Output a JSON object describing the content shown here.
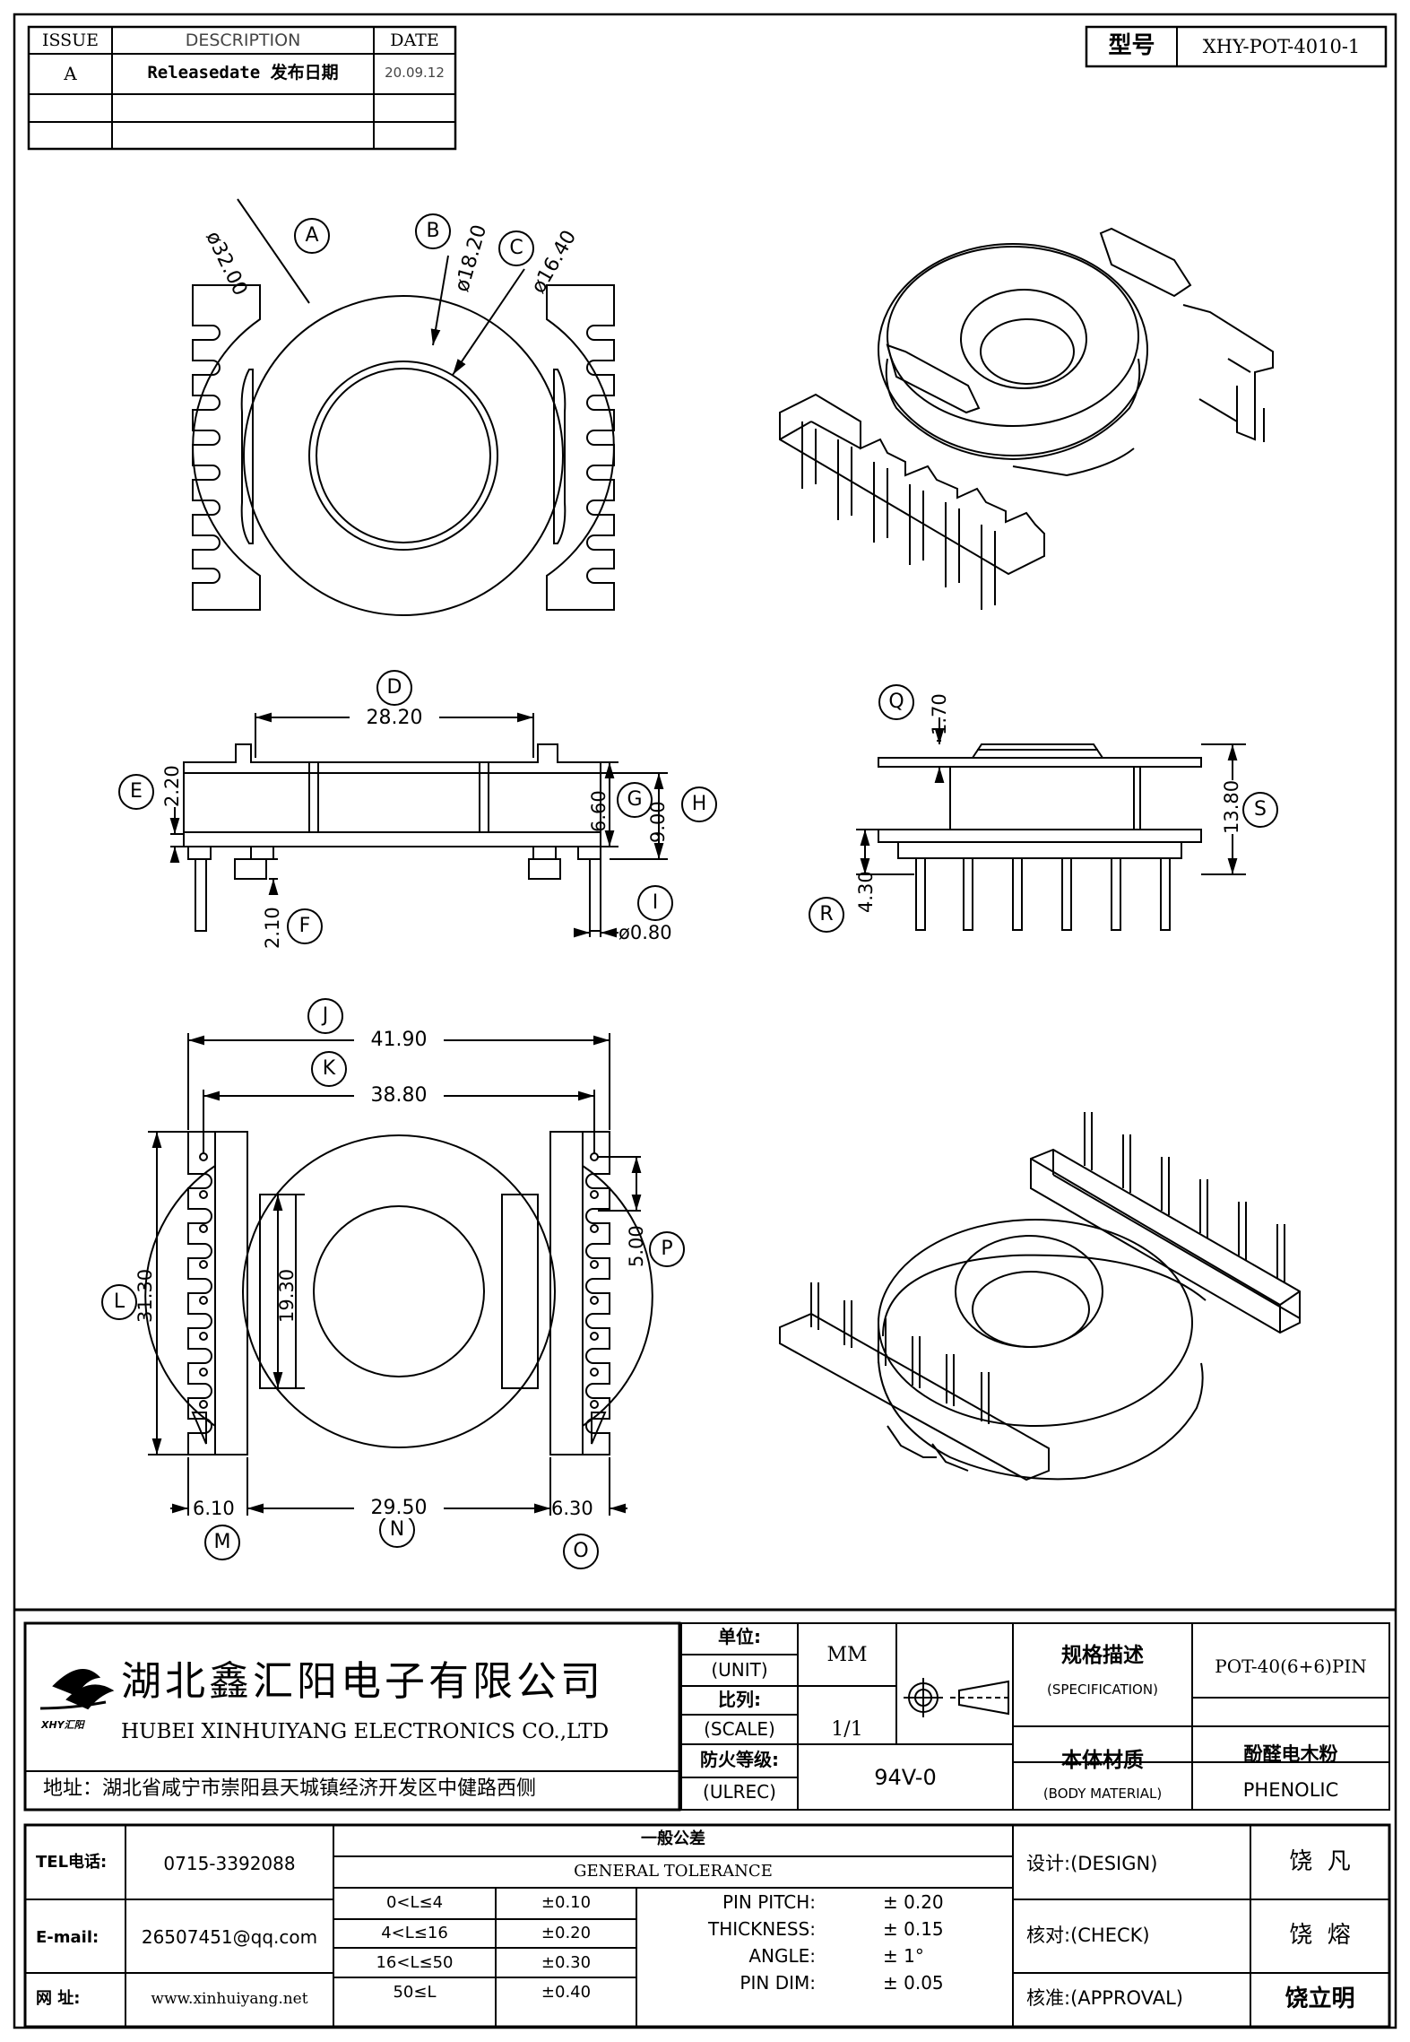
{
  "revision_table": {
    "headers": {
      "issue": "ISSUE",
      "description": "DESCRIPTION",
      "date": "DATE"
    },
    "rows": [
      {
        "issue": "A",
        "description": "Releasedate 发布日期",
        "date": "20.09.12"
      }
    ]
  },
  "model": {
    "label": "型号",
    "value": "XHY-POT-4010-1"
  },
  "callouts": {
    "A": "A",
    "B": "B",
    "C": "C",
    "D": "D",
    "E": "E",
    "F": "F",
    "G": "G",
    "H": "H",
    "I": "I",
    "J": "J",
    "K": "K",
    "L": "L",
    "M": "M",
    "N": "N",
    "O": "O",
    "P": "P",
    "Q": "Q",
    "R": "R",
    "S": "S"
  },
  "dimensions": {
    "A": "ø32.00",
    "B": "ø18.20",
    "C": "ø16.40",
    "D": "28.20",
    "E": "2.20",
    "F": "2.10",
    "G": "6.60",
    "H": "9.00",
    "I": "ø0.80",
    "J": "41.90",
    "K": "38.80",
    "L": "31.30",
    "L_inner": "19.30",
    "M": "6.10",
    "N": "29.50",
    "O": "6.30",
    "P": "5.00",
    "Q": "1.70",
    "R": "4.30",
    "S": "13.80"
  },
  "company": {
    "name_cn": "湖北鑫汇阳电子有限公司",
    "name_en": "HUBEI XINHUIYANG ELECTRONICS CO.,LTD",
    "logo_text": "XHY汇阳",
    "address": "地址：湖北省咸宁市崇阳县天城镇经济开发区中健路西侧"
  },
  "spec": {
    "unit_label_cn": "单位:",
    "unit_label_en": "(UNIT)",
    "unit_value": "MM",
    "scale_label_cn": "比列:",
    "scale_label_en": "(SCALE)",
    "scale_value": "1/1",
    "fire_label_cn": "防火等级:",
    "fire_label_en": "(ULREC)",
    "fire_value": "94V-0",
    "spec_label_cn": "规格描述",
    "spec_label_en": "(SPECIFICATION)",
    "spec_value": "POT-40(6+6)PIN",
    "material_label_cn": "本体材质",
    "material_label_en": "(BODY MATERIAL)",
    "material_value_cn": "酚醛电木粉",
    "material_value_en": "PHENOLIC"
  },
  "contact": {
    "tel_label": "TEL电话:",
    "tel": "0715-3392088",
    "email_label": "E-mail:",
    "email": "26507451@qq.com",
    "web_label": "网  址:",
    "web": "www.xinhuiyang.net"
  },
  "tolerance": {
    "title_cn": "一般公差",
    "title_en": "GENERAL TOLERANCE",
    "ranges": [
      {
        "range": "0<L≤4",
        "tol": "±0.10"
      },
      {
        "range": "4<L≤16",
        "tol": "±0.20"
      },
      {
        "range": "16<L≤50",
        "tol": "±0.30"
      },
      {
        "range": "50≤L",
        "tol": "±0.40"
      }
    ],
    "specs": [
      {
        "label": "PIN PITCH:",
        "value": "± 0.20"
      },
      {
        "label": "THICKNESS:",
        "value": "± 0.15"
      },
      {
        "label": "ANGLE:",
        "value": "± 1°"
      },
      {
        "label": "PIN DIM:",
        "value": "± 0.05"
      }
    ]
  },
  "approvals": [
    {
      "label": "设计:(DESIGN)",
      "name": "饶  凡"
    },
    {
      "label": "核对:(CHECK)",
      "name": "饶  熔"
    },
    {
      "label": "核准:(APPROVAL)",
      "name": "饶立明"
    }
  ]
}
